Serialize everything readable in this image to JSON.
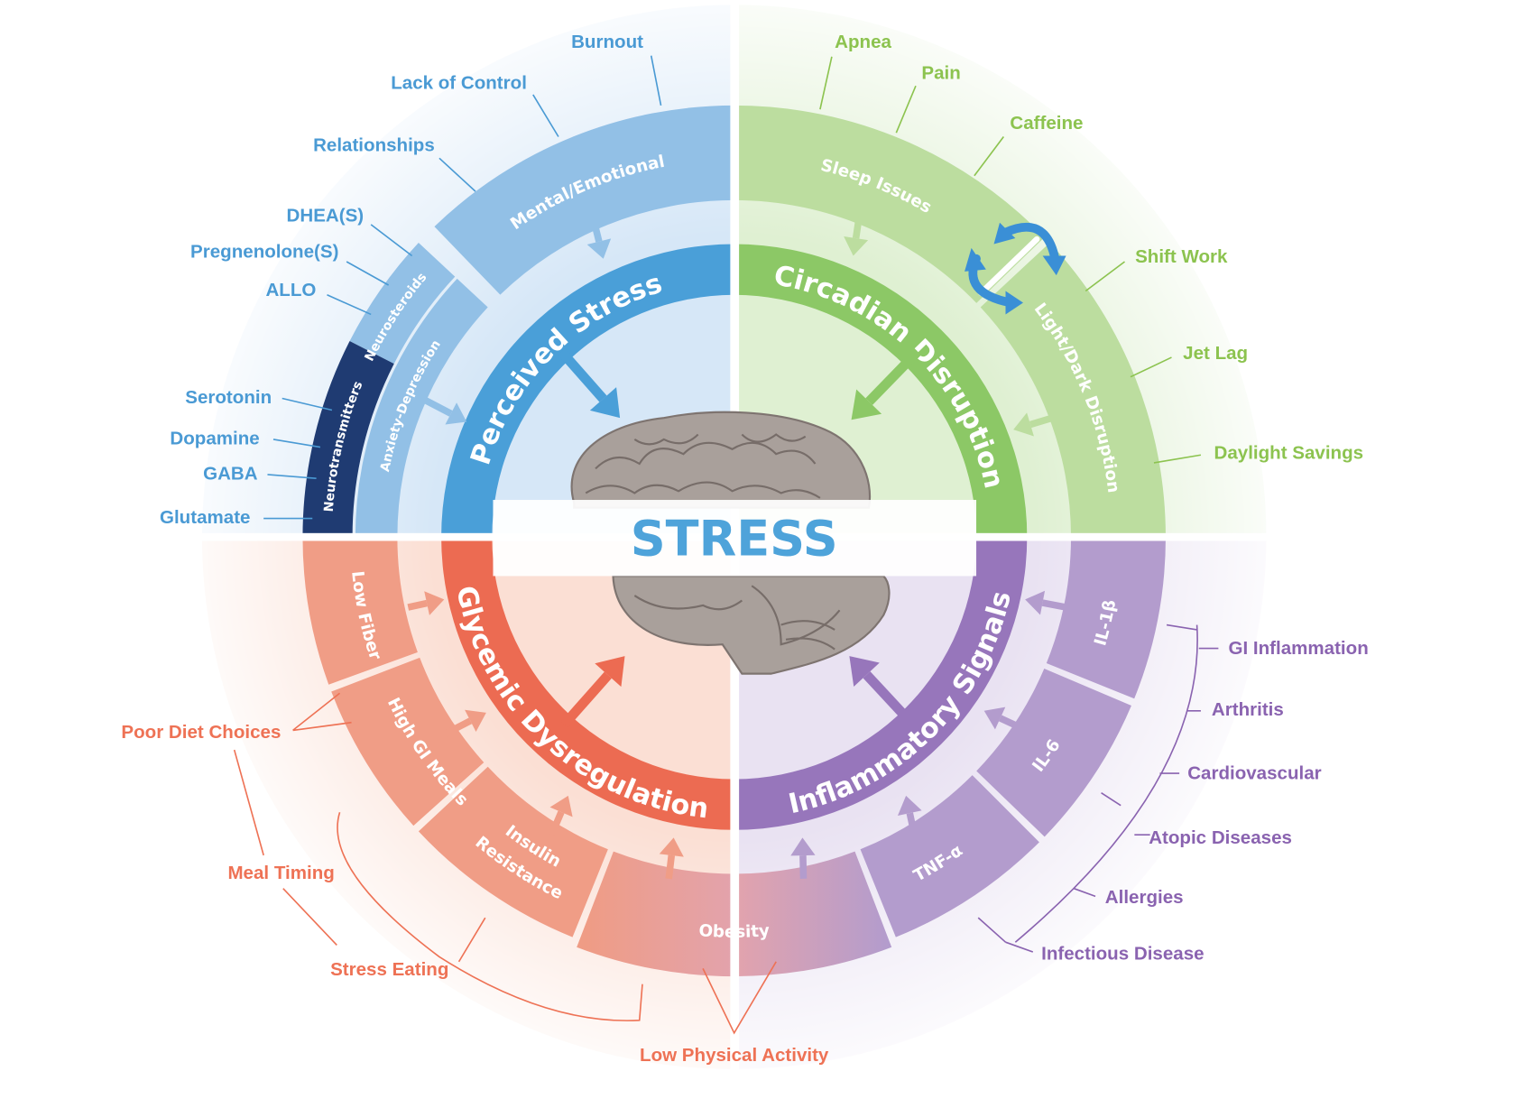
{
  "center": {
    "title": "STRESS"
  },
  "colors": {
    "blue": "#4a9fd8",
    "blue_mid": "#92c0e6",
    "blue_dark": "#1f3b72",
    "blue_bg": "#d6e7f7",
    "blue_text": "#4a9ad4",
    "green": "#8cc866",
    "green_mid": "#bcdd9f",
    "green_bg": "#dff0d2",
    "green_text": "#8cc34f",
    "purple": "#9776bb",
    "purple_mid": "#b39ccd",
    "purple_bg": "#e9e2f2",
    "purple_text": "#8a63b0",
    "red": "#ec6b52",
    "red_mid": "#f09d86",
    "red_bg": "#fbdfd4",
    "red_text": "#ee7255",
    "swap_arrows": "#3a8fd6"
  },
  "quadrants": {
    "perceived": {
      "title": "Perceived Stress",
      "segments": [
        "Mental/Emotional",
        "Anxiety-Depression",
        "Neurosteroids",
        "Neurotransmitters"
      ],
      "labels": [
        "Burnout",
        "Lack of Control",
        "Relationships",
        "DHEA(S)",
        "Pregnenolone(S)",
        "ALLO",
        "Serotonin",
        "Dopamine",
        "GABA",
        "Glutamate"
      ]
    },
    "circadian": {
      "title": "Circadian Disruption",
      "segments": [
        "Sleep Issues",
        "Light/Dark Disruption"
      ],
      "labels": [
        "Apnea",
        "Pain",
        "Caffeine",
        "Shift Work",
        "Jet Lag",
        "Daylight Savings"
      ],
      "icon": "swap-arrows-icon"
    },
    "inflammatory": {
      "title": "Inflammatory Signals",
      "segments": [
        "IL-1β",
        "IL-6",
        "TNF-α"
      ],
      "labels": [
        "GI Inflammation",
        "Arthritis",
        "Cardiovascular",
        "Atopic Diseases",
        "Allergies",
        "Infectious Disease"
      ]
    },
    "glycemic": {
      "title": "Glycemic Dysregulation",
      "segments": [
        "Low Fiber",
        "High GI Meals",
        "Insulin",
        "Resistance",
        "Obesity"
      ],
      "labels": [
        "Poor Diet Choices",
        "Meal Timing",
        "Stress Eating",
        "Low Physical Activity"
      ]
    }
  }
}
